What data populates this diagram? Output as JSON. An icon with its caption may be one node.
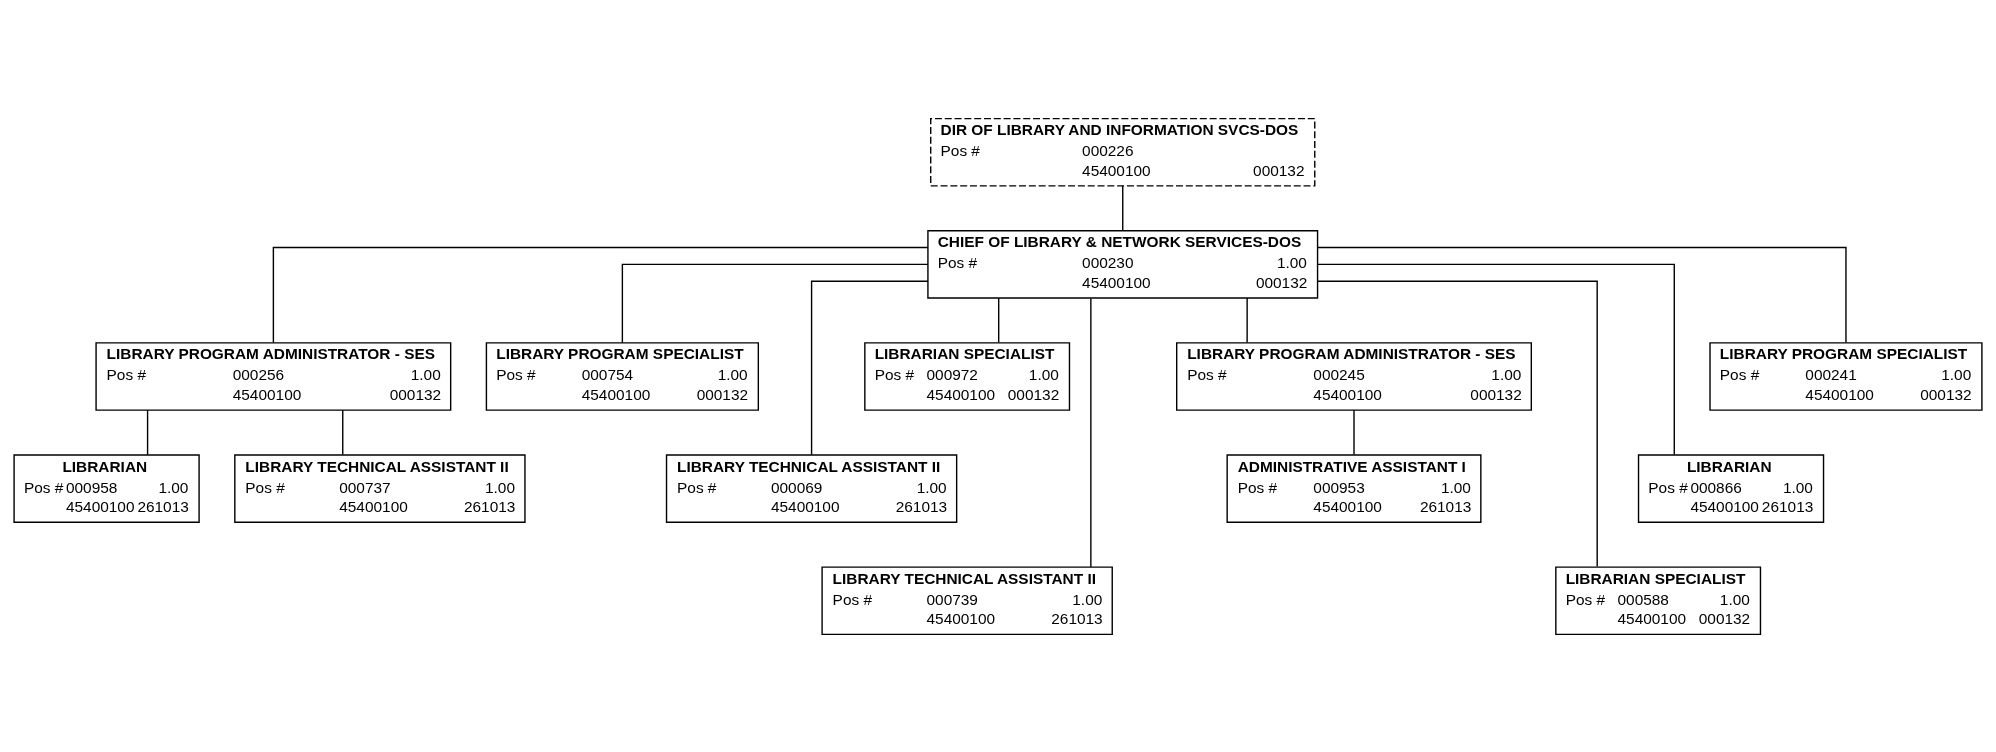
{
  "diagram": {
    "nodes": [
      {
        "text": [
          "DIR OF LIBRARY AND INFORMATION SVCS-DOS",
          "Pos #",
          "000226",
          "45400100",
          "000132"
        ]
      },
      {
        "text": [
          "CHIEF OF LIBRARY & NETWORK SERVICES-DOS",
          "Pos #",
          "000230",
          "1.00",
          "45400100",
          "000132"
        ]
      },
      {
        "text": [
          "LIBRARY PROGRAM ADMINISTRATOR - SES",
          "Pos #",
          "000256",
          "1.00",
          "45400100",
          "000132"
        ]
      },
      {
        "text": [
          "LIBRARY PROGRAM SPECIALIST",
          "Pos #",
          "000754",
          "1.00",
          "45400100",
          "000132"
        ]
      },
      {
        "text": [
          "LIBRARY PROGRAM SPECIALIST",
          "Pos #",
          "000241",
          "1.00",
          "45400100",
          "000132"
        ]
      },
      {
        "text": [
          "LIBRARIAN SPECIALIST",
          "Pos #",
          "000972",
          "1.00",
          "45400100",
          "000132"
        ]
      },
      {
        "text": [
          "LIBRARY PROGRAM ADMINISTRATOR - SES",
          "Pos #",
          "000245",
          "1.00",
          "45400100",
          "000132"
        ]
      },
      {
        "text": [
          "LIBRARY TECHNICAL ASSISTANT II",
          "Pos #",
          "000737",
          "1.00",
          "45400100",
          "261013"
        ]
      },
      {
        "text": [
          "LIBRARIAN",
          "Pos #",
          "000958",
          "1.00",
          "45400100",
          "261013"
        ]
      },
      {
        "text": [
          "LIBRARY TECHNICAL ASSISTANT II",
          "Pos #",
          "000069",
          "1.00",
          "45400100",
          "261013"
        ]
      },
      {
        "text": [
          "LIBRARIAN",
          "Pos #",
          "000866",
          "1.00",
          "45400100",
          "261013"
        ]
      },
      {
        "text": [
          "LIBRARY TECHNICAL ASSISTANT II",
          "Pos #",
          "000739",
          "1.00",
          "45400100",
          "261013"
        ]
      },
      {
        "text": [
          "LIBRARIAN SPECIALIST",
          "Pos #",
          "000588",
          "1.00",
          "45400100",
          "000132"
        ]
      },
      {
        "text": [
          "ADMINISTRATIVE ASSISTANT I",
          "Pos #",
          "000953",
          "1.00",
          "45400100",
          "261013"
        ]
      }
    ],
    "edges": [
      {
        "from": 0,
        "to": 1,
        "arrow": "none"
      },
      {
        "from": 1,
        "to": 2,
        "arrow": "none"
      },
      {
        "from": 1,
        "to": 3,
        "arrow": "none"
      },
      {
        "from": 1,
        "to": 4,
        "arrow": "none"
      },
      {
        "from": 1,
        "to": 9,
        "arrow": "none"
      },
      {
        "from": 1,
        "to": 10,
        "arrow": "none"
      },
      {
        "from": 1,
        "to": 11,
        "arrow": "none"
      },
      {
        "from": 1,
        "to": 12,
        "arrow": "none"
      },
      {
        "from": 1,
        "to": 5,
        "arrow": "none"
      },
      {
        "from": 1,
        "to": 6,
        "arrow": "none"
      },
      {
        "from": 2,
        "to": 7,
        "arrow": "none"
      },
      {
        "from": 2,
        "to": 8,
        "arrow": "none"
      },
      {
        "from": 6,
        "to": 13,
        "arrow": "none"
      }
    ]
  }
}
